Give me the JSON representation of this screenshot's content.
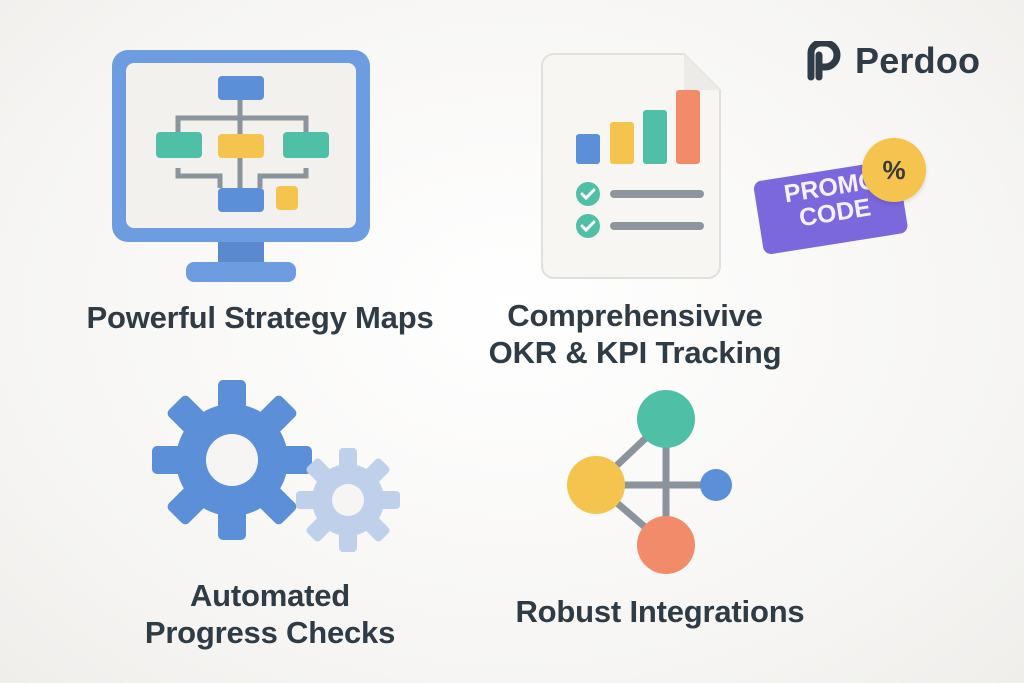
{
  "brand": {
    "name": "Perdoo",
    "logo_icon": "perdoo-p-logo-icon"
  },
  "promo": {
    "line1": "PROMO",
    "line2": "CODE",
    "badge_symbol": "%"
  },
  "features": [
    {
      "label": "Powerful Strategy Maps",
      "icon": "strategy-map-monitor-icon"
    },
    {
      "label_line1": "Comprehensivive",
      "label_line2": "OKR & KPI Tracking",
      "icon": "report-chart-checklist-icon"
    },
    {
      "label_line1": "Automated",
      "label_line2": "Progress Checks",
      "icon": "gears-icon"
    },
    {
      "label": "Robust Integrations",
      "icon": "integrations-network-icon"
    }
  ],
  "colors": {
    "blue": "#5b8fd8",
    "yellow": "#f4c44f",
    "teal": "#4fbfa5",
    "coral": "#f28b6a",
    "purple": "#7a68dc",
    "text": "#2f3b45"
  }
}
